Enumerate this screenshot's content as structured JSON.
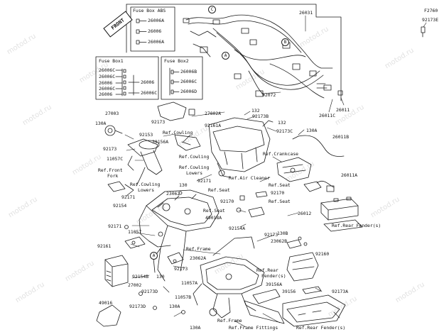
{
  "watermark": "motod.ru",
  "front_badge": "FRONT",
  "fuse_box_abs": {
    "title": "Fuse Box ABS",
    "parts": [
      "26006A",
      "26006",
      "26006A"
    ]
  },
  "fuse_box1": {
    "title": "Fuse Box1",
    "left_parts": [
      "26006C",
      "26006C",
      "26006",
      "26006C",
      "26006"
    ],
    "right_parts": [
      "26006",
      "26006C"
    ]
  },
  "fuse_box2": {
    "title": "Fuse Box2",
    "parts": [
      "26006B",
      "26006C",
      "26006D"
    ]
  },
  "callouts": {
    "c": "C",
    "b": "B",
    "a": "A",
    "a2": "A"
  },
  "labels": {
    "p26031": "26031",
    "pF2760": "F2760",
    "p92173E": "92173E",
    "p92072": "92072",
    "p26011C": "26011C",
    "p26011": "26011",
    "p27003": "27003",
    "p27002A": "27002A",
    "p132a": "132",
    "p92173B": "92173B",
    "p92173": "92173",
    "p130A": "130A",
    "p92153": "92153",
    "ref_cowling1": "Ref.Cowling",
    "p92161A": "92161A",
    "p39156A": "39156A",
    "p132b": "132",
    "p92173C": "92173C",
    "p130Ab": "130A",
    "p26011B": "26011B",
    "p92173b": "92173",
    "ref_cowling2": "Ref.Cowling",
    "p11057C": "11057C",
    "ref_crankcase": "Ref.Crankcase",
    "ref_front1": "Ref.Front",
    "fork": "Fork",
    "ref_cowling_lowers_a1": "Ref.Cowling",
    "lowers_a": "Lowers",
    "p92171a": "92171",
    "ref_air_cleaner": "Ref.Air Cleaner",
    "ref_cowling_lowers_b1": "Ref.Cowling",
    "lowers_b": "Lowers",
    "p130": "130",
    "ref_seat1": "Ref.Seat",
    "ref_seat2": "Ref.Seat",
    "p26011A": "26011A",
    "p92171b": "92171",
    "p23062": "23062",
    "p92170a": "92170",
    "p92170b": "92170",
    "ref_seat3": "Ref.Seat",
    "p92154": "92154",
    "ref_seat4": "Ref.Seat",
    "p49018A": "49018A",
    "p26012": "26012",
    "p92171c": "92171",
    "p92154A": "92154A",
    "ref_rear_fenders1": "Ref.Rear Fender(s)",
    "p11057": "11057",
    "p92173c": "92173",
    "p130B": "130B",
    "p92161": "92161",
    "p23062B": "23062B",
    "ref_frame1": "Ref.Frame",
    "p92160": "92160",
    "p23062A": "23062A",
    "p92173d": "92173",
    "p92154B": "92154B",
    "p130b": "130",
    "ref_rear1": "Ref.Rear",
    "fenders_s": "Fender(s)",
    "p27002": "27002",
    "p11057A": "11057A",
    "p39156A2": "39156A",
    "p39156": "39156",
    "p92173A": "92173A",
    "p92173D": "92173D",
    "p11057B": "11057B",
    "p49016": "49016",
    "p92173D2": "92173D",
    "p130Ac": "130A",
    "ref_frame2": "Ref.Frame",
    "p130Ad": "130A",
    "ref_frame_fittings": "Ref.Frame Fittings",
    "ref_rear_fenders2": "Ref.Rear Fender(s)"
  }
}
